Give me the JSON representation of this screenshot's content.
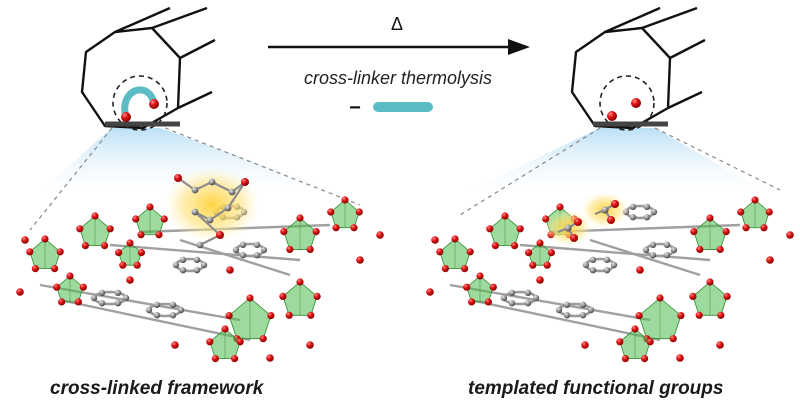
{
  "reaction": {
    "heat_symbol": "Δ",
    "arrow_label": "cross-linker thermolysis",
    "removed_symbol": "−"
  },
  "captions": {
    "left": "cross-linked framework",
    "right": "templated functional groups"
  },
  "colors": {
    "cluster_green": "#4cbb4c",
    "oxygen_red": "#e01515",
    "carbon_gray": "#8c8c8c",
    "crosslinker_teal": "#5bbcc6",
    "highlight_glow": "#ffd23a",
    "haze_blue": "#cfe8f7"
  },
  "icons": [
    "hexagonal-channel-icon",
    "arrow-right-icon"
  ]
}
